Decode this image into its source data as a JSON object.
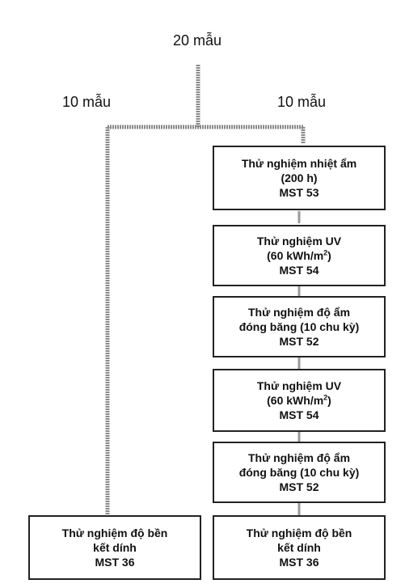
{
  "top_label": "20 mẫu",
  "left_branch_label": "10 mẫu",
  "right_branch_label": "10 mẫu",
  "right_steps": [
    {
      "lines": [
        "Thử nghiệm nhiệt ẩm",
        "(200 h)",
        "MST 53"
      ]
    },
    {
      "lines": [
        "Thử nghiệm UV",
        "(60 kWh/m",
        "MST 54"
      ],
      "unit_superscript": "2",
      "unit_close": ")"
    },
    {
      "lines": [
        "Thử nghiệm độ ẩm",
        "đóng băng (10 chu kỳ)",
        "MST 52"
      ]
    },
    {
      "lines": [
        "Thử nghiệm UV",
        "(60 kWh/m",
        "MST 54"
      ],
      "unit_superscript": "2",
      "unit_close": ")"
    },
    {
      "lines": [
        "Thử nghiệm độ ẩm",
        "đóng băng (10 chu kỳ)",
        "MST 52"
      ]
    },
    {
      "lines": [
        "Thử nghiệm độ bền",
        "kết dính",
        "MST 36"
      ]
    }
  ],
  "left_step": {
    "lines": [
      "Thử nghiệm độ bền",
      "kết dính",
      "MST 36"
    ]
  },
  "colors": {
    "box_border": "#222222",
    "connector": "#8a8a8a",
    "text": "#111111"
  }
}
